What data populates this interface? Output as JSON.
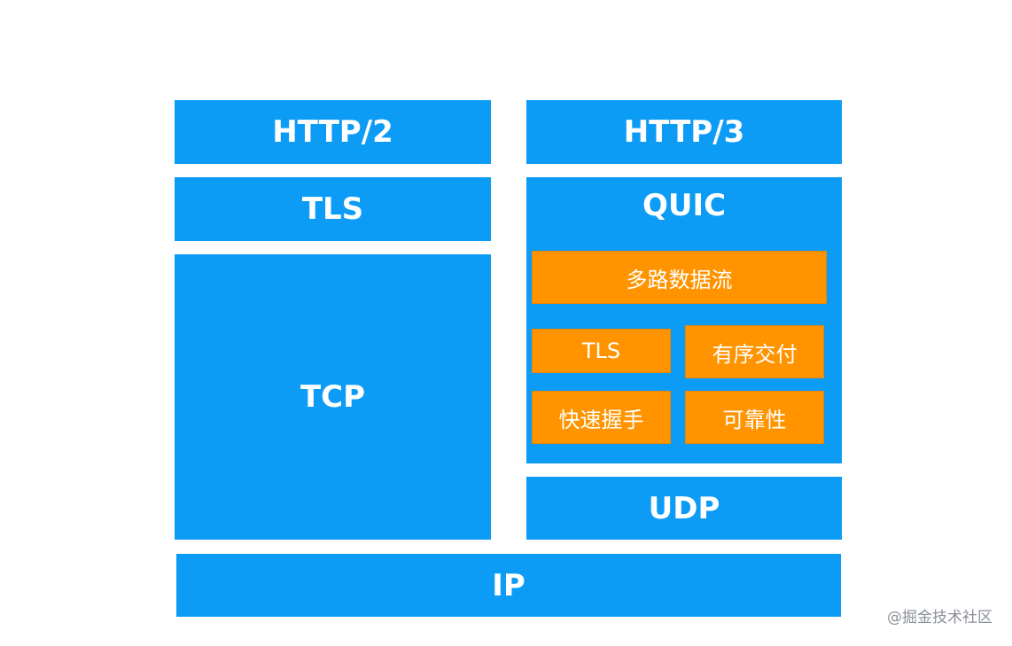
{
  "left_stack": {
    "http2": "HTTP/2",
    "tls": "TLS",
    "tcp": "TCP"
  },
  "right_stack": {
    "http3": "HTTP/3",
    "quic": {
      "title": "QUIC",
      "multiplex": "多路数据流",
      "tls": "TLS",
      "ordered": "有序交付",
      "handshake": "快速握手",
      "reliable": "可靠性"
    },
    "udp": "UDP"
  },
  "base": {
    "ip": "IP"
  },
  "watermark": "@掘金技术社区",
  "colors": {
    "layer_blue": "#0d9cf5",
    "feature_orange": "#ff9400"
  }
}
